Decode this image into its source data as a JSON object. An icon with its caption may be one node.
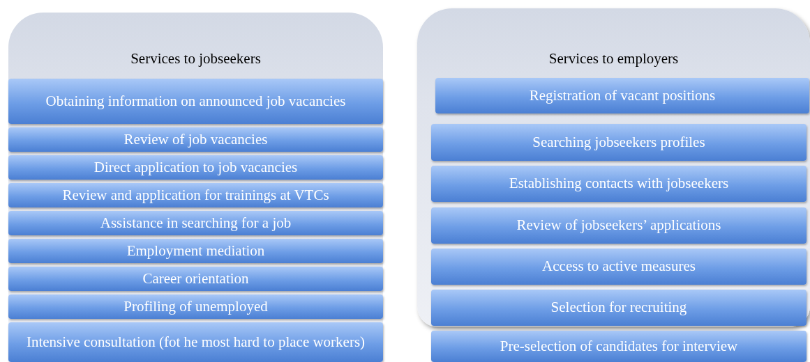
{
  "diagram": {
    "nodes": [
      {
        "text": [
          "Services to jobseekers"
        ]
      },
      {
        "text": [
          "Obtaining information on announced job vacancies"
        ],
        "in": 0
      },
      {
        "text": [
          "Review of job vacancies"
        ],
        "in": 0
      },
      {
        "text": [
          "Direct application to job vacancies"
        ],
        "in": 0
      },
      {
        "text": [
          "Review and application for trainings at VTCs"
        ],
        "in": 0
      },
      {
        "text": [
          "Assistance in searching for a job"
        ],
        "in": 0
      },
      {
        "text": [
          "Employment mediation"
        ],
        "in": 0
      },
      {
        "text": [
          "Career orientation"
        ],
        "in": 0
      },
      {
        "text": [
          "Profiling of unemployed"
        ],
        "in": 0
      },
      {
        "text": [
          "Intensive consultation (fot he most hard to place workers)"
        ],
        "in": 0
      },
      {
        "text": [
          "Services to employers"
        ]
      },
      {
        "text": [
          "Registration of vacant positions"
        ],
        "in": 10
      },
      {
        "text": [
          "Searching jobseekers profiles"
        ],
        "in": 10
      },
      {
        "text": [
          "Establishing contacts with jobseekers"
        ],
        "in": 10
      },
      {
        "text": [
          "Review of jobseekers’ applications"
        ],
        "in": 10
      },
      {
        "text": [
          "Access to active measures"
        ],
        "in": 10
      },
      {
        "text": [
          "Selection for recruiting"
        ],
        "in": 10
      },
      {
        "text": [
          "Pre-selection of candidates for interview"
        ]
      }
    ],
    "edges": []
  }
}
